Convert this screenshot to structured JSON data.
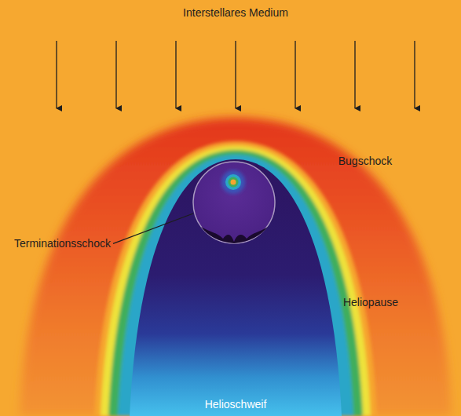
{
  "diagram": {
    "labels": [
      "Interstellares Medium",
      "Bugschock",
      "Terminationsschock",
      "Heliopause",
      "Helioschweif"
    ]
  }
}
